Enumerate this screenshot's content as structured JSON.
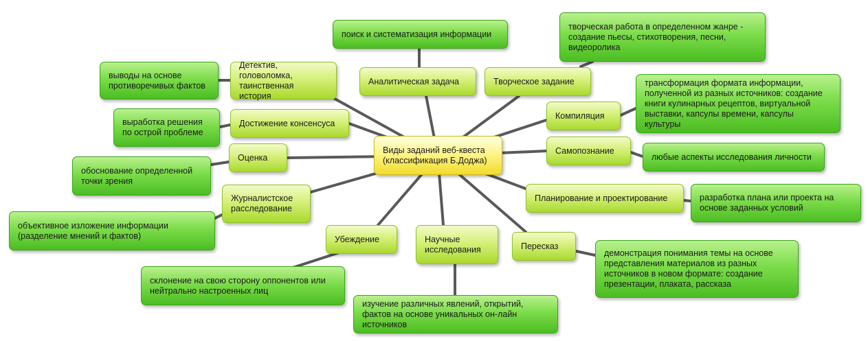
{
  "center": {
    "label": "Виды заданий веб-квеста (классификация Б.Доджа)"
  },
  "categories": {
    "detective": "Детектив, головоломка, таинственная история",
    "analytic": "Аналитическая задача",
    "creative": "Творческое задание",
    "consensus": "Достижение консенсуса",
    "compilation": "Компиляция",
    "assessment": "Оценка",
    "selfknowledge": "Самопознание",
    "journalism": "Журналистское расследование",
    "planning": "Планирование и проектирование",
    "persuasion": "Убеждение",
    "science": "Научные исследования",
    "retelling": "Пересказ"
  },
  "descriptions": {
    "search": "поиск и систематизация информации",
    "creative": "творческая работа в определенном жанре - создание пьесы, стихотворения, песни, видеоролика",
    "detective": "выводы на основе противоречивых фактов",
    "compilation": "трансформация формата информации, полученной из разных источников: создание книги кулинарных рецептов, виртуальной выставки, капсулы времени, капсулы культуры",
    "consensus": "выработка решения по острой проблеме",
    "selfknowledge": "любые аспекты исследования личности",
    "assessment": "обоснование определенной точки зрения",
    "planning": "разработка плана или проекта на основе заданных условий",
    "journalism": "объективное изложение информации (разделение мнений и фактов)",
    "retelling": "демонстрация понимания темы на основе представления материалов из разных источников в новом формате: создание презентации, плаката, рассказа",
    "persuasion": "склонение на свою сторону оппонентов или нейтрально настроенных лиц",
    "science": "изучение различных явлений, открытий, фактов на основе уникальных он-лайн источников"
  },
  "colors": {
    "connector": "#595959",
    "category_fill": "#c8ea5a",
    "description_fill": "#6fd640",
    "center_fill": "#fbf07a"
  }
}
